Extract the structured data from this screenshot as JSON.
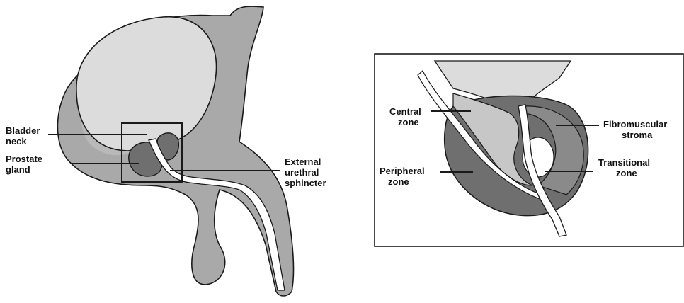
{
  "colors": {
    "tissue_mid": "#a9a9a9",
    "tissue_light": "#dcdcdc",
    "tissue_dark": "#6f6f6f",
    "zone_central": "#c7c7c7",
    "outline": "#1a1a1a",
    "background": "#ffffff"
  },
  "left_panel": {
    "labels": {
      "bladder_neck": [
        "Bladder",
        "neck"
      ],
      "prostate_gland": [
        "Prostate",
        "gland"
      ],
      "external_urethral_sphincter": [
        "External",
        "urethral",
        "sphincter"
      ]
    }
  },
  "right_panel": {
    "labels": {
      "central_zone": [
        "Central",
        "zone"
      ],
      "peripheral_zone": [
        "Peripheral",
        "zone"
      ],
      "fibromuscular_stroma": [
        "Fibromuscular",
        "stroma"
      ],
      "transitional_zone": [
        "Transitional",
        "zone"
      ]
    }
  }
}
